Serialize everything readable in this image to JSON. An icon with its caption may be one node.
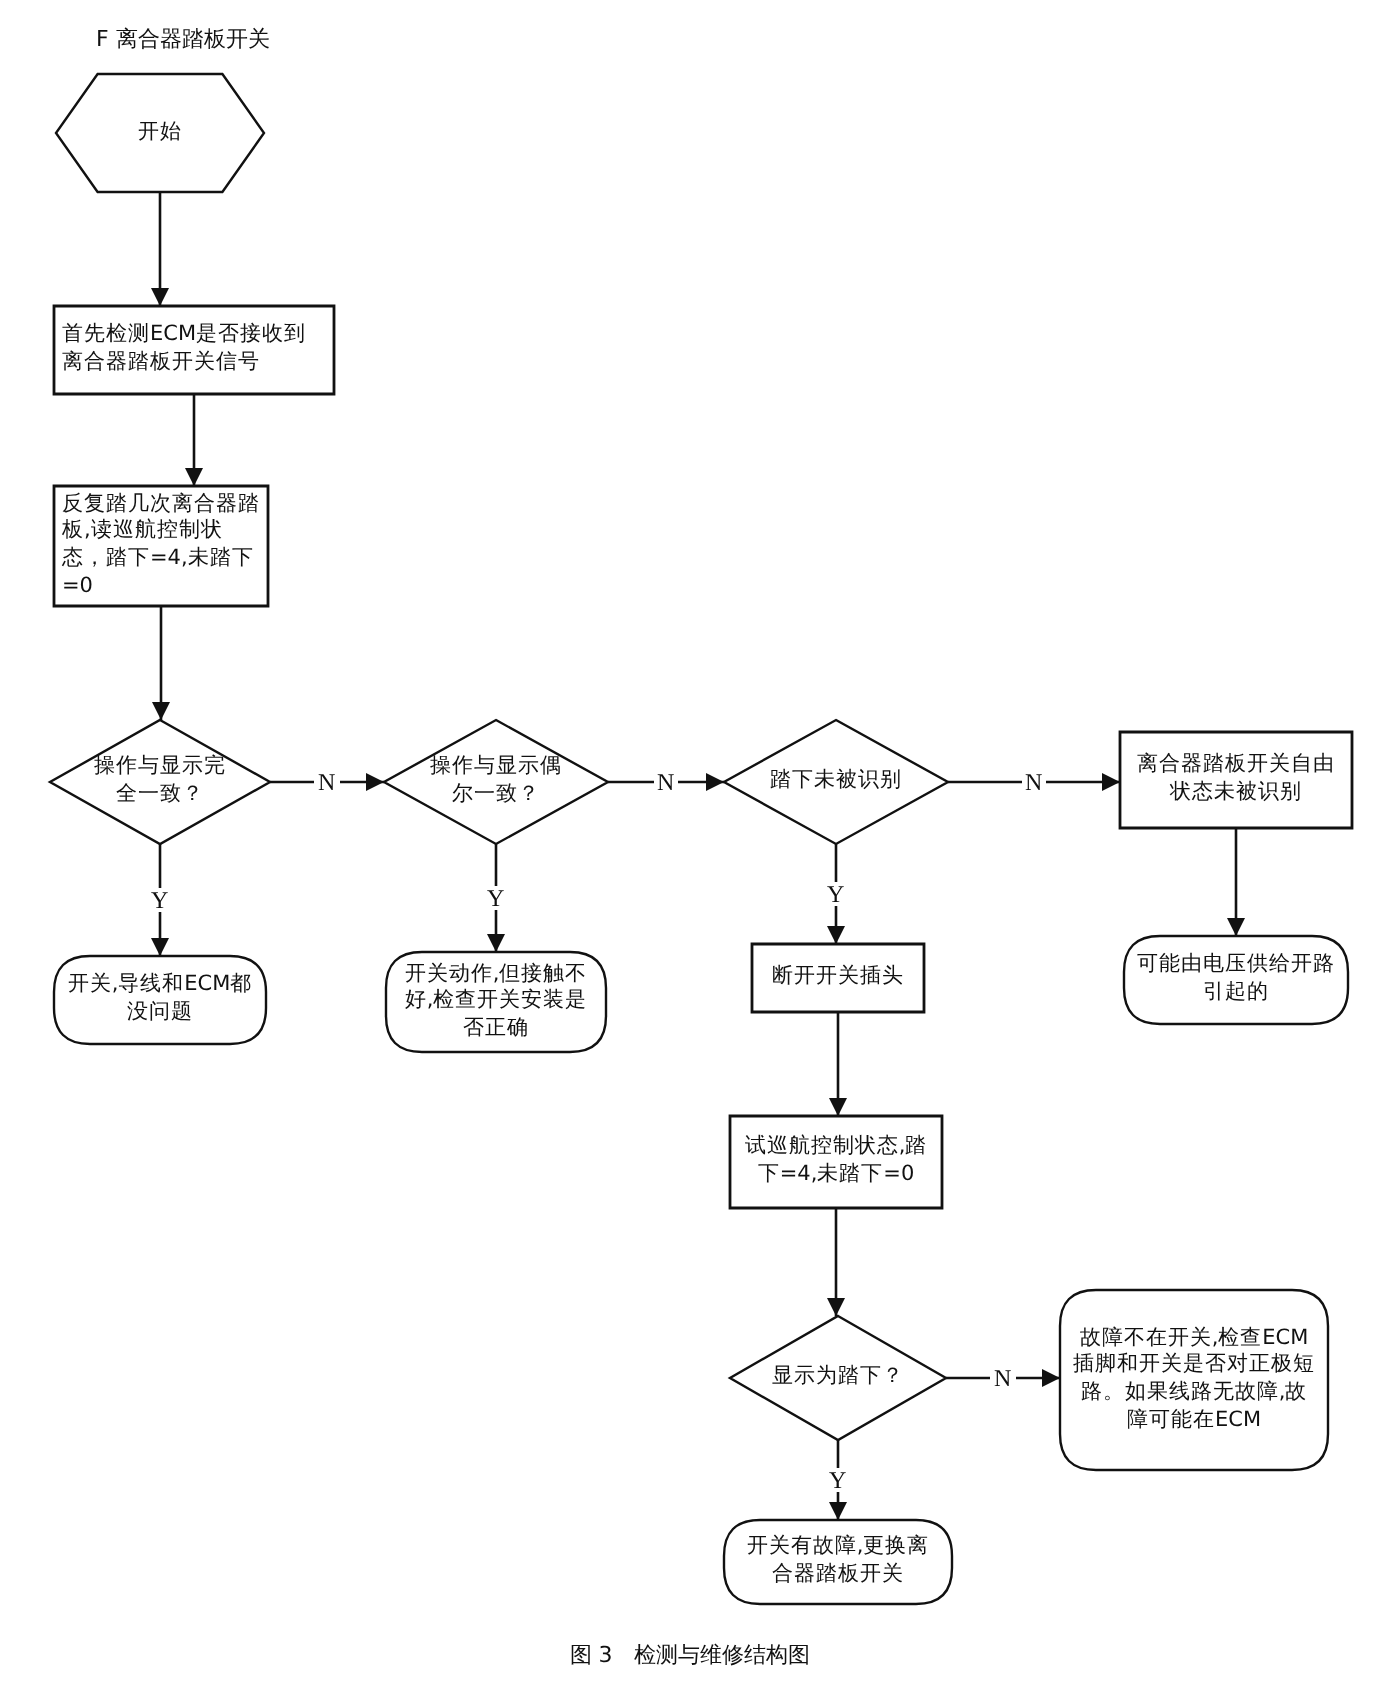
{
  "diagram": {
    "title": "F 离合器踏板开关",
    "caption": "图 3　检测与维修结构图",
    "nodes": [
      {
        "text": [
          "开始"
        ]
      },
      {
        "text": [
          "首先检测ECM是否接收到离合器踏板开关信号"
        ]
      },
      {
        "text": [
          "反复踏几次离合器踏板,读巡航控制状态，踏下=4,未踏下=0"
        ]
      },
      {
        "text": [
          "操作与显示完全一致？"
        ]
      },
      {
        "text": [
          "操作与显示偶尔一致？"
        ]
      },
      {
        "text": [
          "踏下未被识别"
        ]
      },
      {
        "text": [
          "离合器踏板开关自由状态未被识别"
        ]
      },
      {
        "text": [
          "开关,导线和ECM都没问题"
        ]
      },
      {
        "text": [
          "开关动作,但接触不好,检查开关安装是否正确"
        ]
      },
      {
        "text": [
          "断开开关插头"
        ]
      },
      {
        "text": [
          "可能由电压供给开路引起的"
        ]
      },
      {
        "text": [
          "试巡航控制状态,踏下=4,未踏下=0"
        ]
      },
      {
        "text": [
          "显示为踏下？"
        ]
      },
      {
        "text": [
          "故障不在开关,检查ECM插脚和开关是否对正极短路。如果线路无故障,故障可能在ECM"
        ]
      },
      {
        "text": [
          "开关有故障,更换离合器踏板开关"
        ]
      }
    ],
    "edges": [
      {
        "from": 0,
        "to": 1,
        "arrow": "to"
      },
      {
        "from": 1,
        "to": 2,
        "arrow": "to"
      },
      {
        "from": 2,
        "to": 3,
        "arrow": "to"
      },
      {
        "from": 3,
        "to": 4,
        "arrow": "to",
        "label": "N"
      },
      {
        "from": 3,
        "to": 7,
        "arrow": "to",
        "label": "Y"
      },
      {
        "from": 4,
        "to": 5,
        "arrow": "to",
        "label": "N"
      },
      {
        "from": 4,
        "to": 8,
        "arrow": "to",
        "label": "Y"
      },
      {
        "from": 5,
        "to": 6,
        "arrow": "to",
        "label": "N"
      },
      {
        "from": 5,
        "to": 9,
        "arrow": "to",
        "label": "Y"
      },
      {
        "from": 6,
        "to": 10,
        "arrow": "to"
      },
      {
        "from": 9,
        "to": 11,
        "arrow": "to"
      },
      {
        "from": 11,
        "to": 12,
        "arrow": "to"
      },
      {
        "from": 12,
        "to": 13,
        "arrow": "to",
        "label": "N"
      },
      {
        "from": 12,
        "to": 14,
        "arrow": "to",
        "label": "Y"
      }
    ]
  }
}
